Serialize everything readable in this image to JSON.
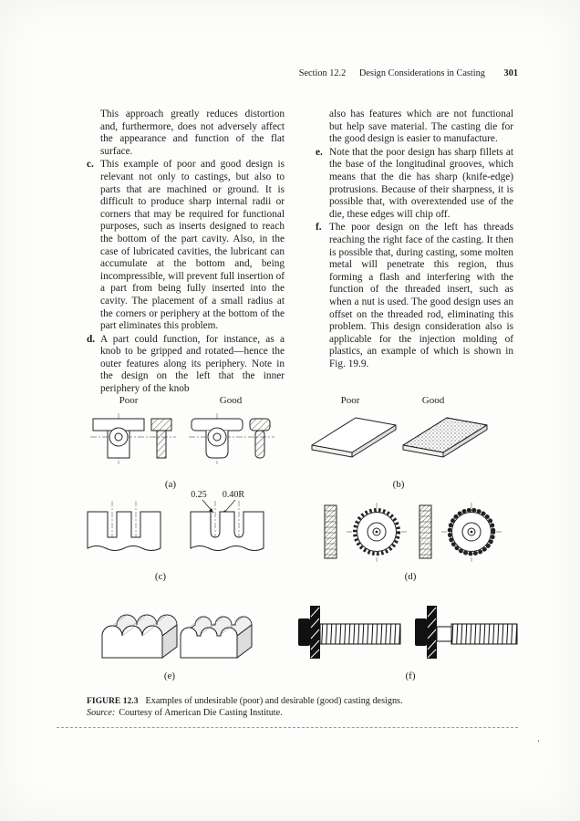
{
  "header": {
    "section": "Section 12.2",
    "title": "Design Considerations in Casting",
    "page_number": "301"
  },
  "body": {
    "left_intro": "This approach greatly reduces distortion and, furthermore, does not adversely affect the appearance and function of the flat surface.",
    "right_intro": "also has features which are not functional but help save material. The casting die for the good design is easier to manufacture.",
    "items": [
      {
        "label": "c.",
        "text": "This example of poor and good design is relevant not only to castings, but also to parts that are machined or ground. It is difficult to produce sharp internal radii or corners that may be required for functional purposes, such as inserts designed to reach the bottom of the part cavity. Also, in the case of lubricated cavities, the lubricant can accumulate at the bottom and, being incompressible, will prevent full insertion of a part from being fully inserted into the cavity. The placement of a small radius at the corners or periphery at the bottom of the part eliminates this problem."
      },
      {
        "label": "d.",
        "text": "A part could function, for instance, as a knob to be gripped and rotated—hence the outer features along its periphery. Note in the design on the left that the inner periphery of the knob"
      },
      {
        "label": "e.",
        "text": "Note that the poor design has sharp fillets at the base of the longitudinal grooves, which means that the die has sharp (knife-edge) protrusions. Because of their sharpness, it is possible that, with overextended use of the die, these edges will chip off."
      },
      {
        "label": "f.",
        "text": "The poor design on the left has threads reaching the right face of the casting. It then is possible that, during casting, some molten metal will penetrate this region, thus forming a flash and interfering with the function of the threaded insert, such as when a nut is used. The good design uses an offset on the threaded rod, eliminating this problem. This design consideration also is applicable for the injection molding of plastics, an example of which is shown in Fig. 19.9."
      }
    ]
  },
  "figure": {
    "column_labels": [
      "Poor",
      "Good",
      "Poor",
      "Good"
    ],
    "panel_labels": [
      "(a)",
      "(b)",
      "(c)",
      "(d)",
      "(e)",
      "(f)"
    ],
    "dimensions": {
      "width": "0.25",
      "radius": "0.40R"
    },
    "caption": {
      "label": "FIGURE 12.3",
      "text": "Examples of undesirable (poor) and desirable (good) casting designs.",
      "source_label": "Source:",
      "source_text": "Courtesy of American Die Casting Institute."
    }
  },
  "misc": {
    "stray_mark": "."
  }
}
